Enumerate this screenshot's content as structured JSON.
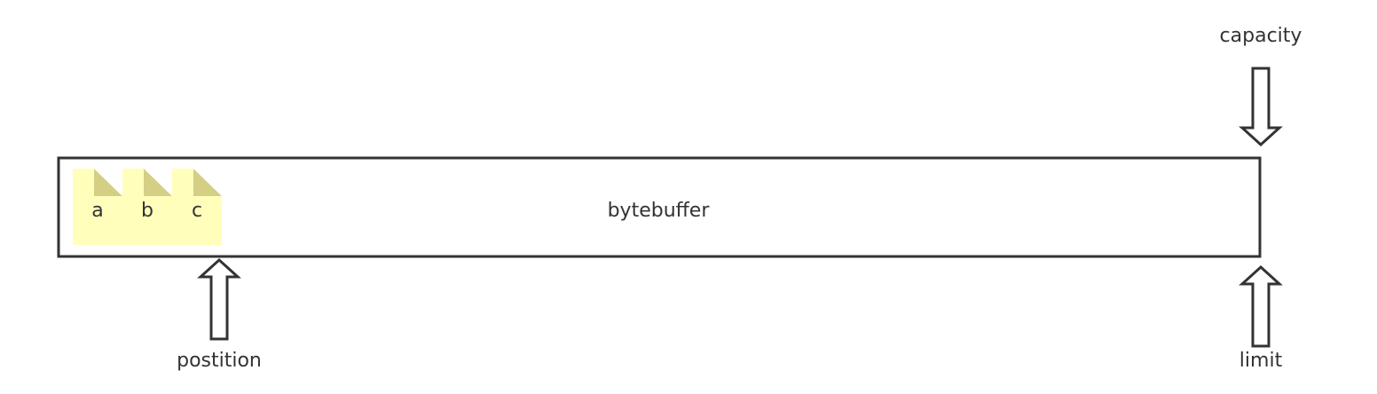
{
  "buffer": {
    "label": "bytebuffer"
  },
  "cells": [
    {
      "label": "a"
    },
    {
      "label": "b"
    },
    {
      "label": "c"
    }
  ],
  "pointers": {
    "capacity": "capacity",
    "position": "postition",
    "limit": "limit"
  },
  "colors": {
    "note_fill": "#ffffbb",
    "note_fold": "#d4cf85",
    "stroke": "#333333"
  }
}
